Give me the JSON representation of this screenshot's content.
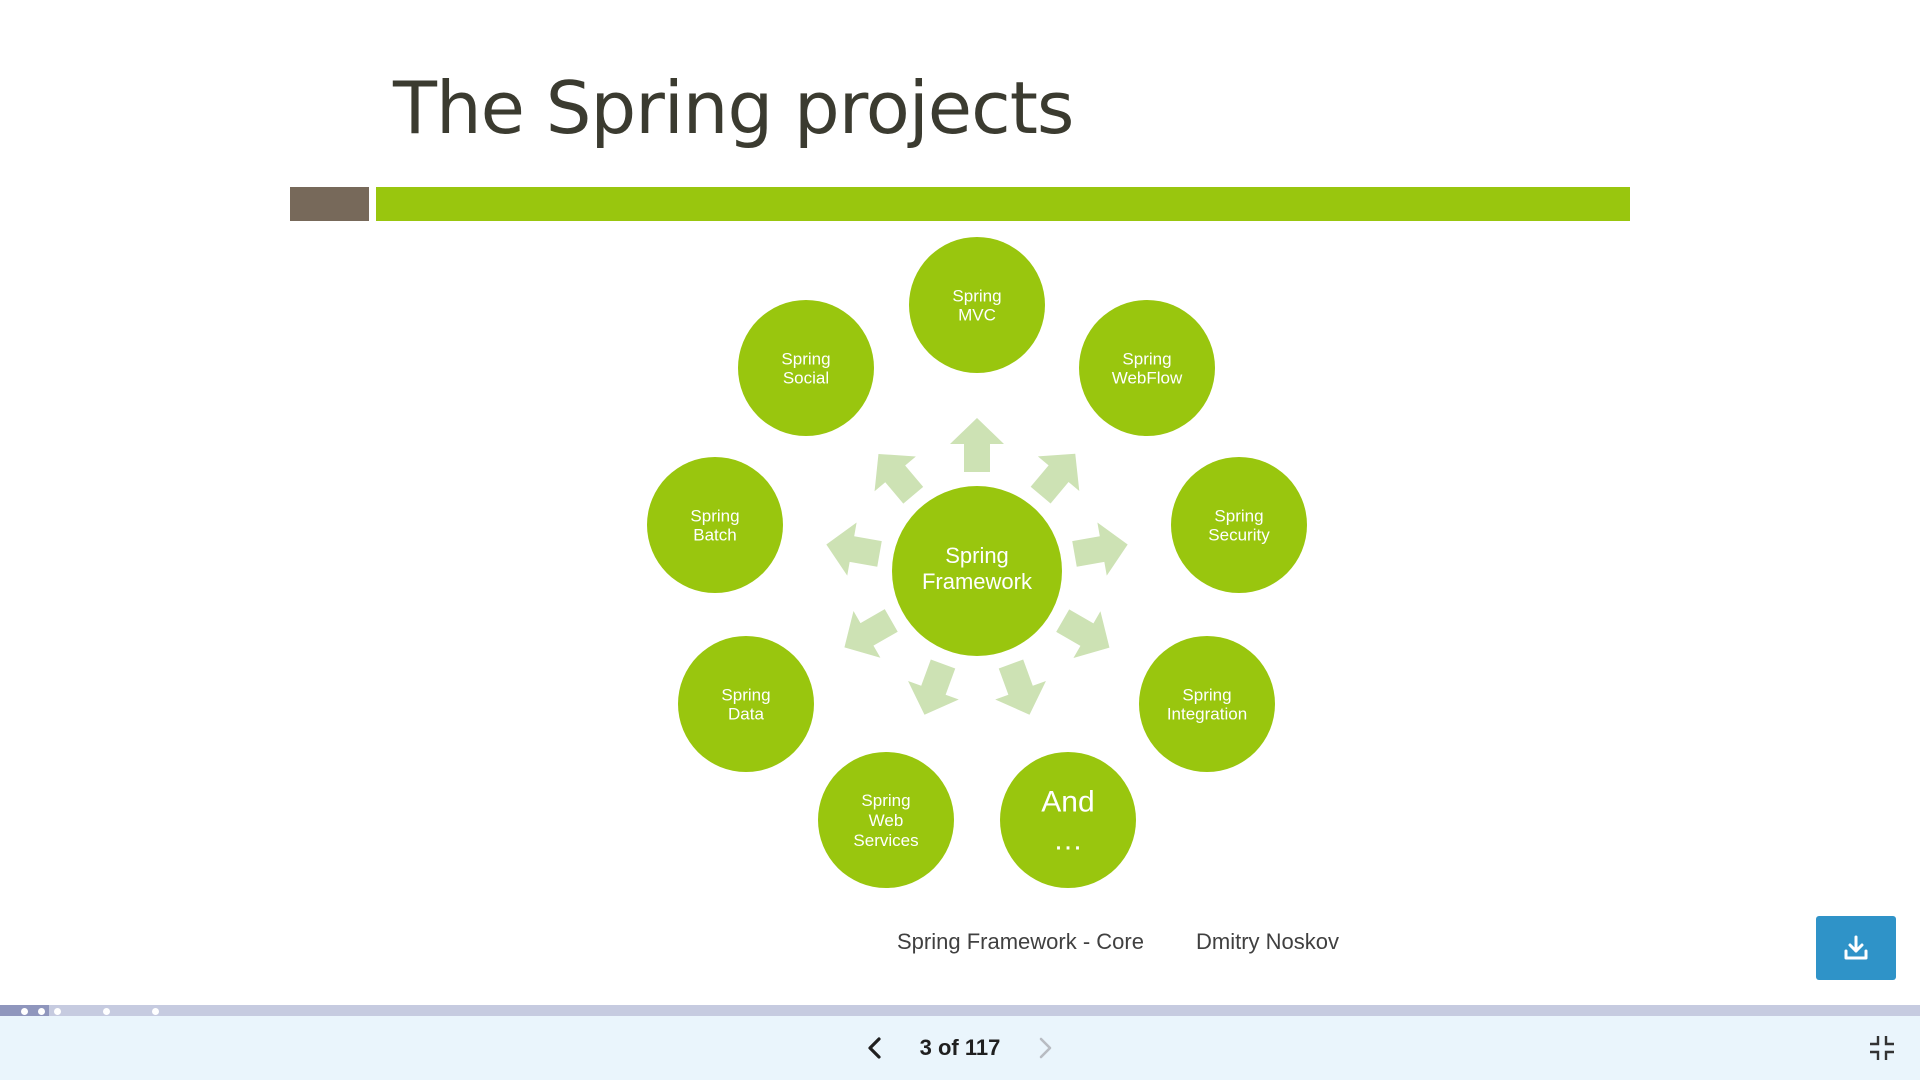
{
  "slide": {
    "title": "The Spring projects",
    "center_node": [
      "Spring",
      "Framework"
    ],
    "nodes": [
      {
        "id": "spring-mvc",
        "lines": [
          "Spring",
          "MVC"
        ]
      },
      {
        "id": "spring-webflow",
        "lines": [
          "Spring",
          "WebFlow"
        ]
      },
      {
        "id": "spring-security",
        "lines": [
          "Spring",
          "Security"
        ]
      },
      {
        "id": "spring-integration",
        "lines": [
          "Spring",
          "Integration"
        ]
      },
      {
        "id": "and-more",
        "lines": [
          "And",
          "…"
        ]
      },
      {
        "id": "spring-web-services",
        "lines": [
          "Spring",
          "Web",
          "Services"
        ]
      },
      {
        "id": "spring-data",
        "lines": [
          "Spring",
          "Data"
        ]
      },
      {
        "id": "spring-batch",
        "lines": [
          "Spring",
          "Batch"
        ]
      },
      {
        "id": "spring-social",
        "lines": [
          "Spring",
          "Social"
        ]
      }
    ],
    "footer_course": "Spring Framework - Core",
    "footer_author": "Dmitry Noskov",
    "colors": {
      "node_green": "#99c60e",
      "arrow_green": "#cde2b4",
      "accent_grey": "#77695a"
    }
  },
  "toolbar": {
    "page_counter": "3 of 117",
    "prev_icon": "chevron-left-icon",
    "next_icon": "chevron-right-icon",
    "download_icon": "download-icon",
    "collapse_icon": "exit-fullscreen-icon"
  },
  "progress": {
    "current_page": 3,
    "total_pages": 117
  }
}
